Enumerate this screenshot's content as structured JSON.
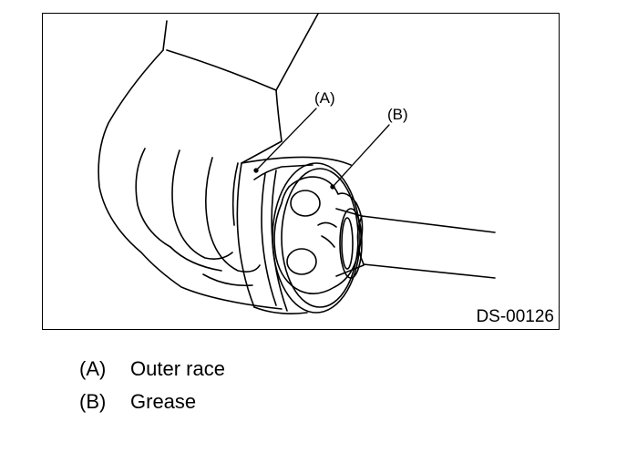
{
  "figure": {
    "code": "DS-00126",
    "callouts": [
      {
        "key": "(A)"
      },
      {
        "key": "(B)"
      }
    ]
  },
  "legend": [
    {
      "key": "(A)",
      "text": "Outer race"
    },
    {
      "key": "(B)",
      "text": "Grease"
    }
  ]
}
